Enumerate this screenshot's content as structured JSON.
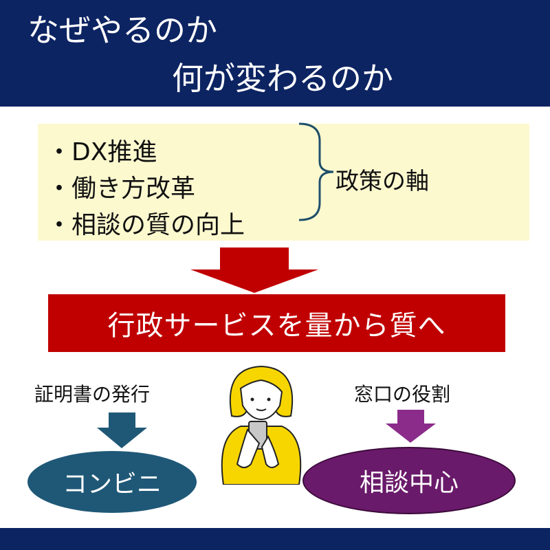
{
  "title": {
    "line1": "なぜやるのか",
    "line2": "何が変わるのか"
  },
  "policy": {
    "items": [
      "・DX推進",
      "・働き方改革",
      "・相談の質の向上"
    ],
    "axis_label": "政策の軸"
  },
  "banner": "行政サービスを量から質へ",
  "left": {
    "label": "証明書の発行",
    "result": "コンビニ"
  },
  "right": {
    "label": "窓口の役割",
    "result": "相談中心"
  },
  "colors": {
    "navy": "#0d2462",
    "red": "#c00000",
    "teal": "#1f5877",
    "purple": "#6a1a6a",
    "yellow_bg": "#fdf9cf"
  }
}
